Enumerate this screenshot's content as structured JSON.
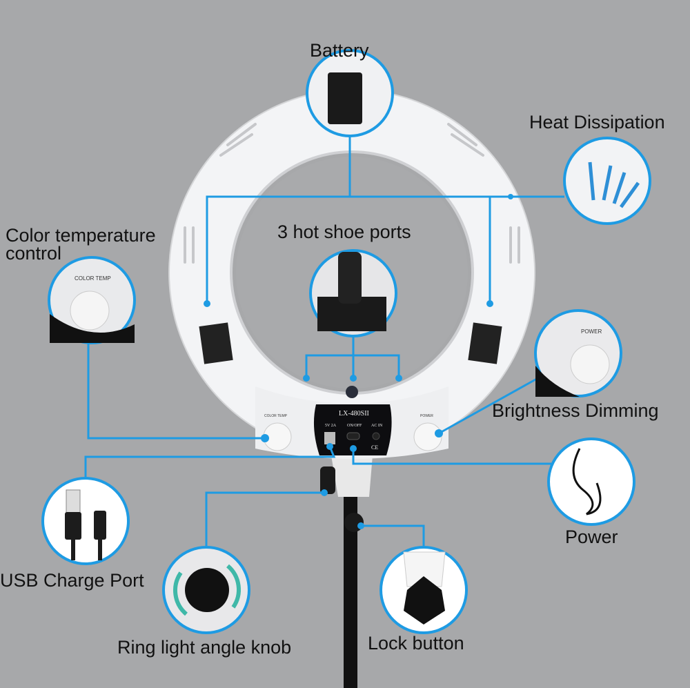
{
  "labels": {
    "battery": "Battery",
    "heat": "Heat Dissipation",
    "hotshoe": "3 hot shoe ports",
    "colortemp_line1": "Color temperature",
    "colortemp_line2": "control",
    "brightness": "Brightness Dimming",
    "usb": "USB Charge Port",
    "power": "Power",
    "angle_knob": "Ring light angle knob",
    "lock": "Lock button"
  },
  "panel": {
    "model": "LX-480SII",
    "usb_rating": "5V 2A",
    "onoff": "ON/OFF",
    "acin": "AC IN",
    "ce": "CE",
    "color_temp_knob": "COLOR TEMP",
    "power_knob": "POWER"
  },
  "colors": {
    "accent": "#1e9be3",
    "background": "#a7a8aa"
  }
}
